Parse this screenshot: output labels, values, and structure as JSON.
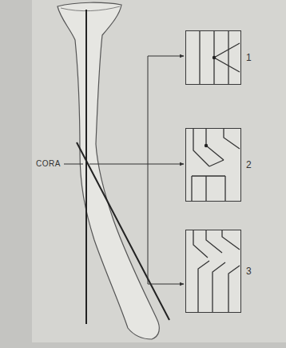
{
  "diagram": {
    "nodes": [
      {
        "text": [
          "1"
        ]
      },
      {
        "text": [
          "2"
        ]
      },
      {
        "text": [
          "3"
        ]
      }
    ],
    "labels": [
      "CORA"
    ]
  }
}
